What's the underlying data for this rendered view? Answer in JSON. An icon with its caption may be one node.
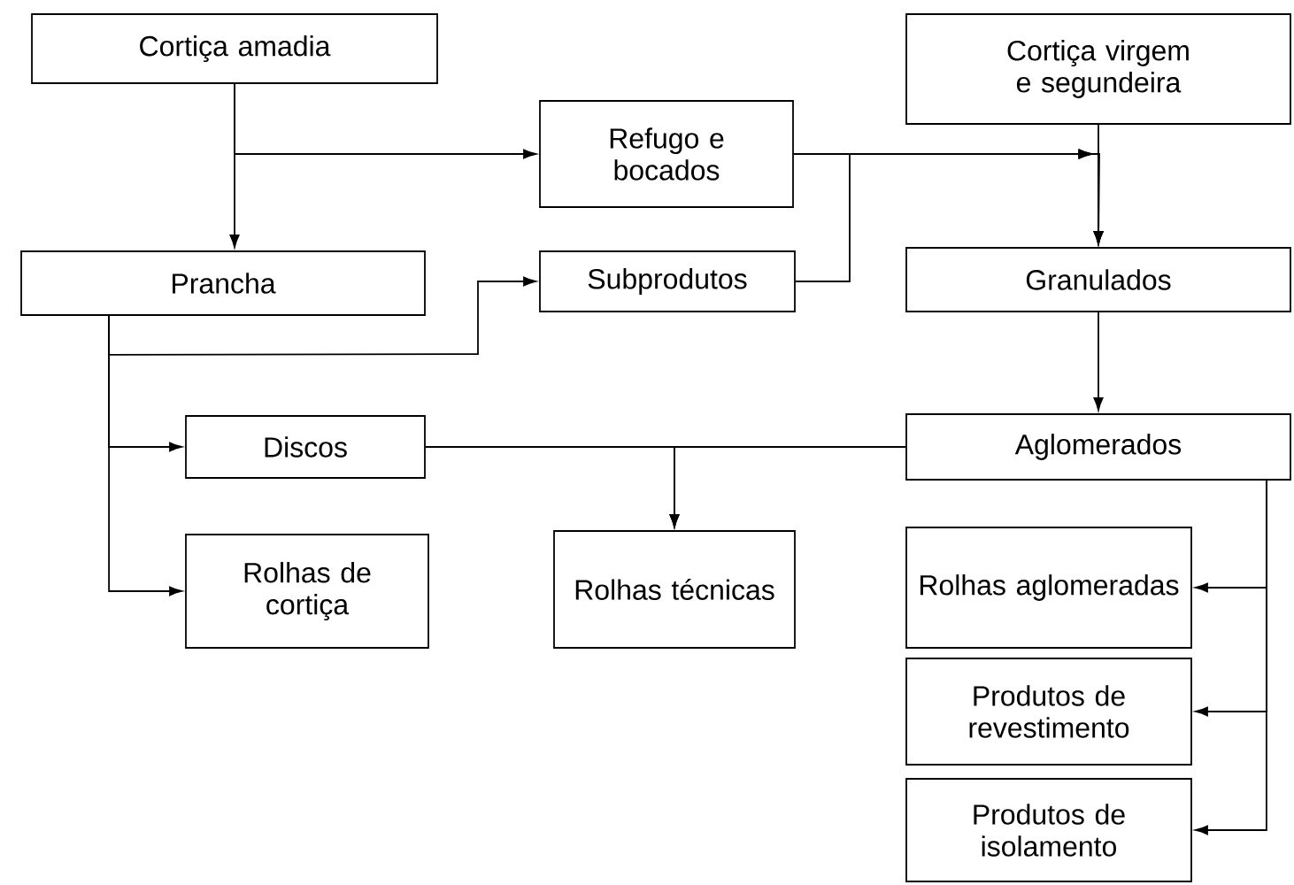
{
  "diagram": {
    "nodes": [
      {
        "text": [
          "Cortiça amadia"
        ]
      },
      {
        "text": [
          "Refugo e bocados"
        ]
      },
      {
        "text": [
          "Cortiça virgem e segundeira"
        ]
      },
      {
        "text": [
          "Prancha"
        ]
      },
      {
        "text": [
          "Subprodutos"
        ]
      },
      {
        "text": [
          "Granulados"
        ]
      },
      {
        "text": [
          "Discos"
        ]
      },
      {
        "text": [
          "Aglomerados"
        ]
      },
      {
        "text": [
          "Rolhas de cortiça"
        ]
      },
      {
        "text": [
          "Rolhas técnicas"
        ]
      },
      {
        "text": [
          "Rolhas aglomeradas"
        ]
      },
      {
        "text": [
          "Produtos de revestimento"
        ]
      },
      {
        "text": [
          "Produtos de isolamento"
        ]
      }
    ],
    "edges": [
      {
        "from": 0,
        "to": 3,
        "arrow": "to"
      },
      {
        "from": 0,
        "to": 1,
        "arrow": "to"
      },
      {
        "from": 1,
        "to": 5,
        "arrow": "to"
      },
      {
        "from": 4,
        "to": 5,
        "arrow": "to"
      },
      {
        "from": 2,
        "to": 5,
        "arrow": "to"
      },
      {
        "from": 3,
        "to": 4,
        "arrow": "to"
      },
      {
        "from": 3,
        "to": 6,
        "arrow": "to"
      },
      {
        "from": 3,
        "to": 8,
        "arrow": "to"
      },
      {
        "from": 6,
        "to": 9,
        "arrow": "to"
      },
      {
        "from": 7,
        "to": 9,
        "arrow": "to"
      },
      {
        "from": 5,
        "to": 7,
        "arrow": "to"
      },
      {
        "from": 7,
        "to": 10,
        "arrow": "to"
      },
      {
        "from": 7,
        "to": 11,
        "arrow": "to"
      },
      {
        "from": 7,
        "to": 12,
        "arrow": "to"
      }
    ]
  }
}
